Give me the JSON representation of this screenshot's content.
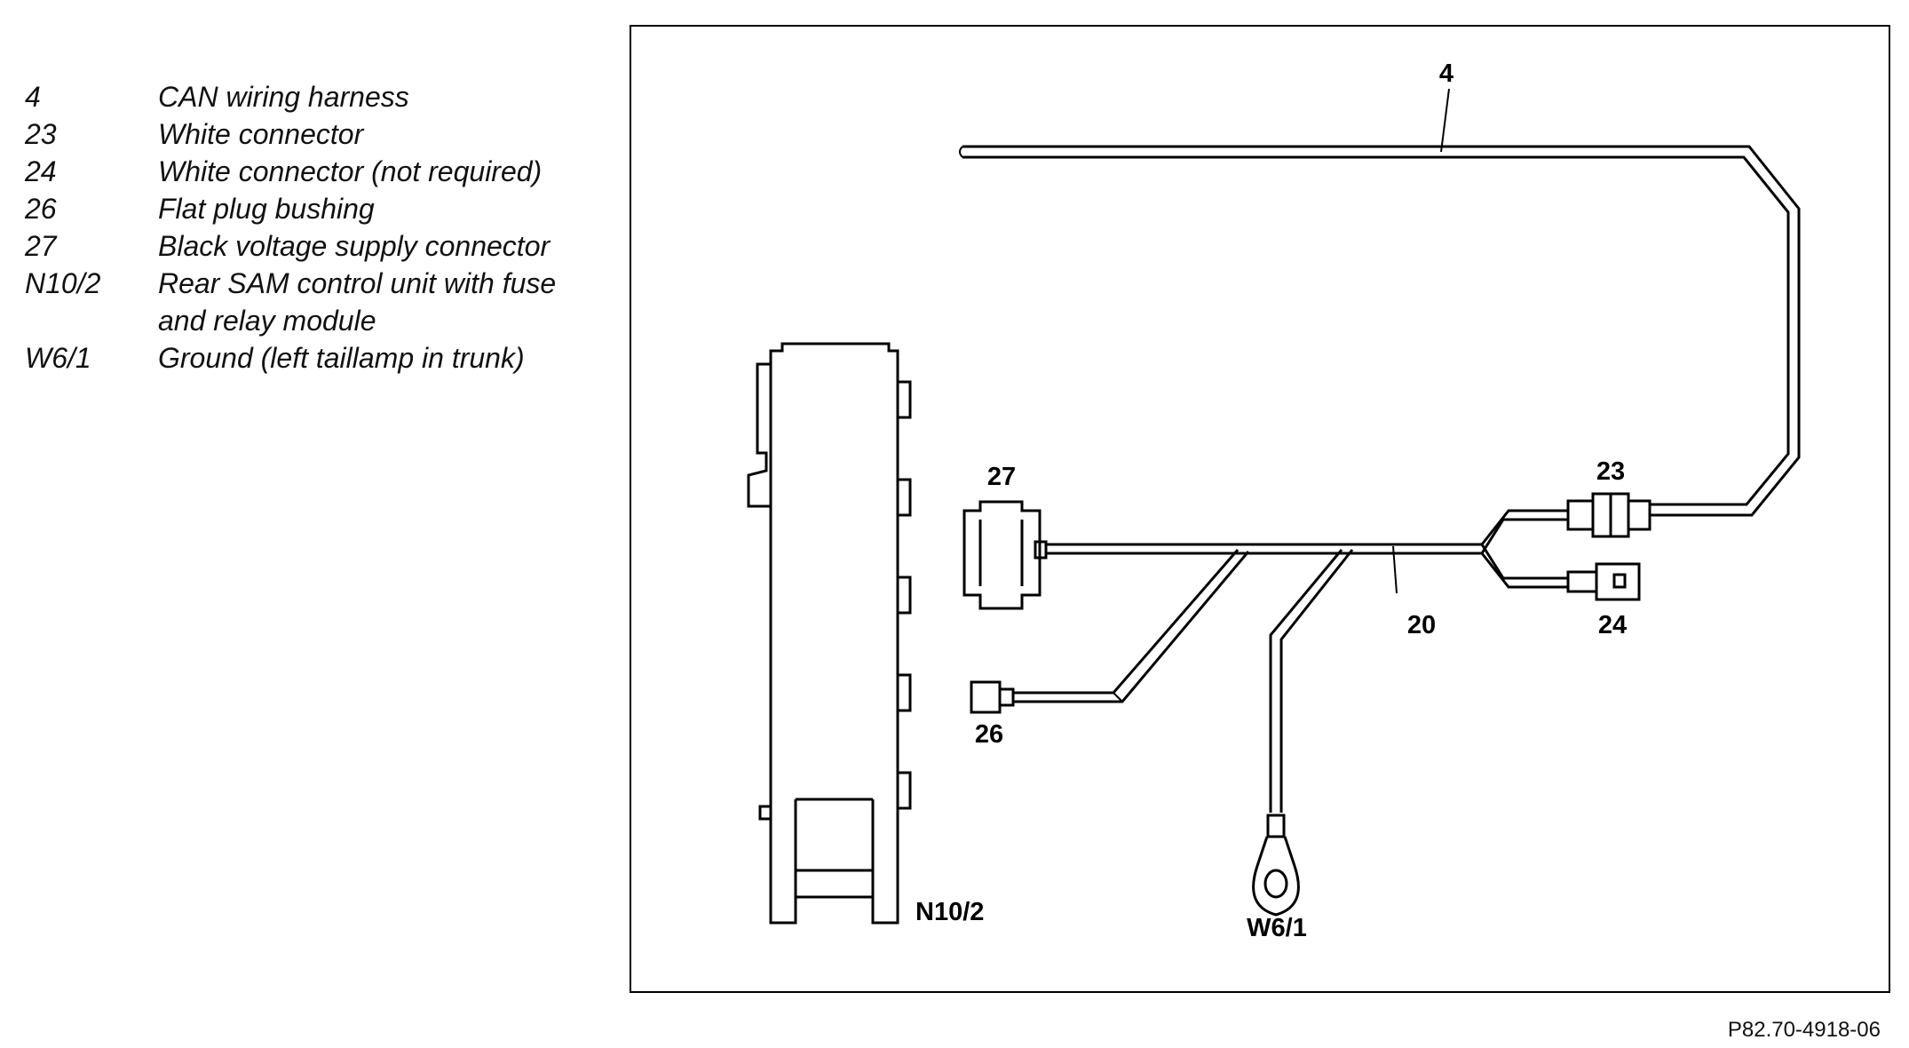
{
  "legend": [
    {
      "key": "4",
      "text": "CAN wiring harness"
    },
    {
      "key": "23",
      "text": "White connector"
    },
    {
      "key": "24",
      "text": "White connector (not required)"
    },
    {
      "key": "26",
      "text": "Flat plug bushing"
    },
    {
      "key": "27",
      "text": "Black voltage supply connector"
    },
    {
      "key": "N10/2",
      "text": "Rear SAM control unit with fuse and relay module"
    },
    {
      "key": "W6/1",
      "text": "Ground (left taillamp in trunk)"
    }
  ],
  "diagram": {
    "labels": {
      "can_harness": "4",
      "white_connector": "23",
      "white_connector_not_required": "24",
      "flat_plug": "26",
      "voltage_connector": "27",
      "harness_branch": "20",
      "sam_unit": "N10/2",
      "ground": "W6/1"
    }
  },
  "figure_ref": "P82.70-4918-06"
}
